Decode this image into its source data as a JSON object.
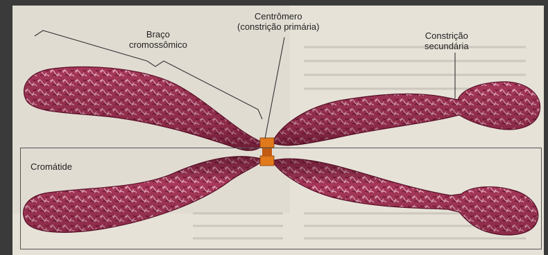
{
  "labels": {
    "arm_line1": "Braço",
    "arm_line2": "cromossômico",
    "centromere_line1": "Centrômero",
    "centromere_line2": "(constrição primária)",
    "secondary_line1": "Constrição",
    "secondary_line2": "secundária",
    "chromatid": "Cromátide"
  },
  "colors": {
    "chromosome": "#a8385a",
    "chromosome_dark": "#5a1028",
    "chromatin_highlight": "#e7a9c0",
    "centromere": "#e07a1c",
    "page": "#e6e2d8",
    "frame": "#3a3a3a"
  }
}
